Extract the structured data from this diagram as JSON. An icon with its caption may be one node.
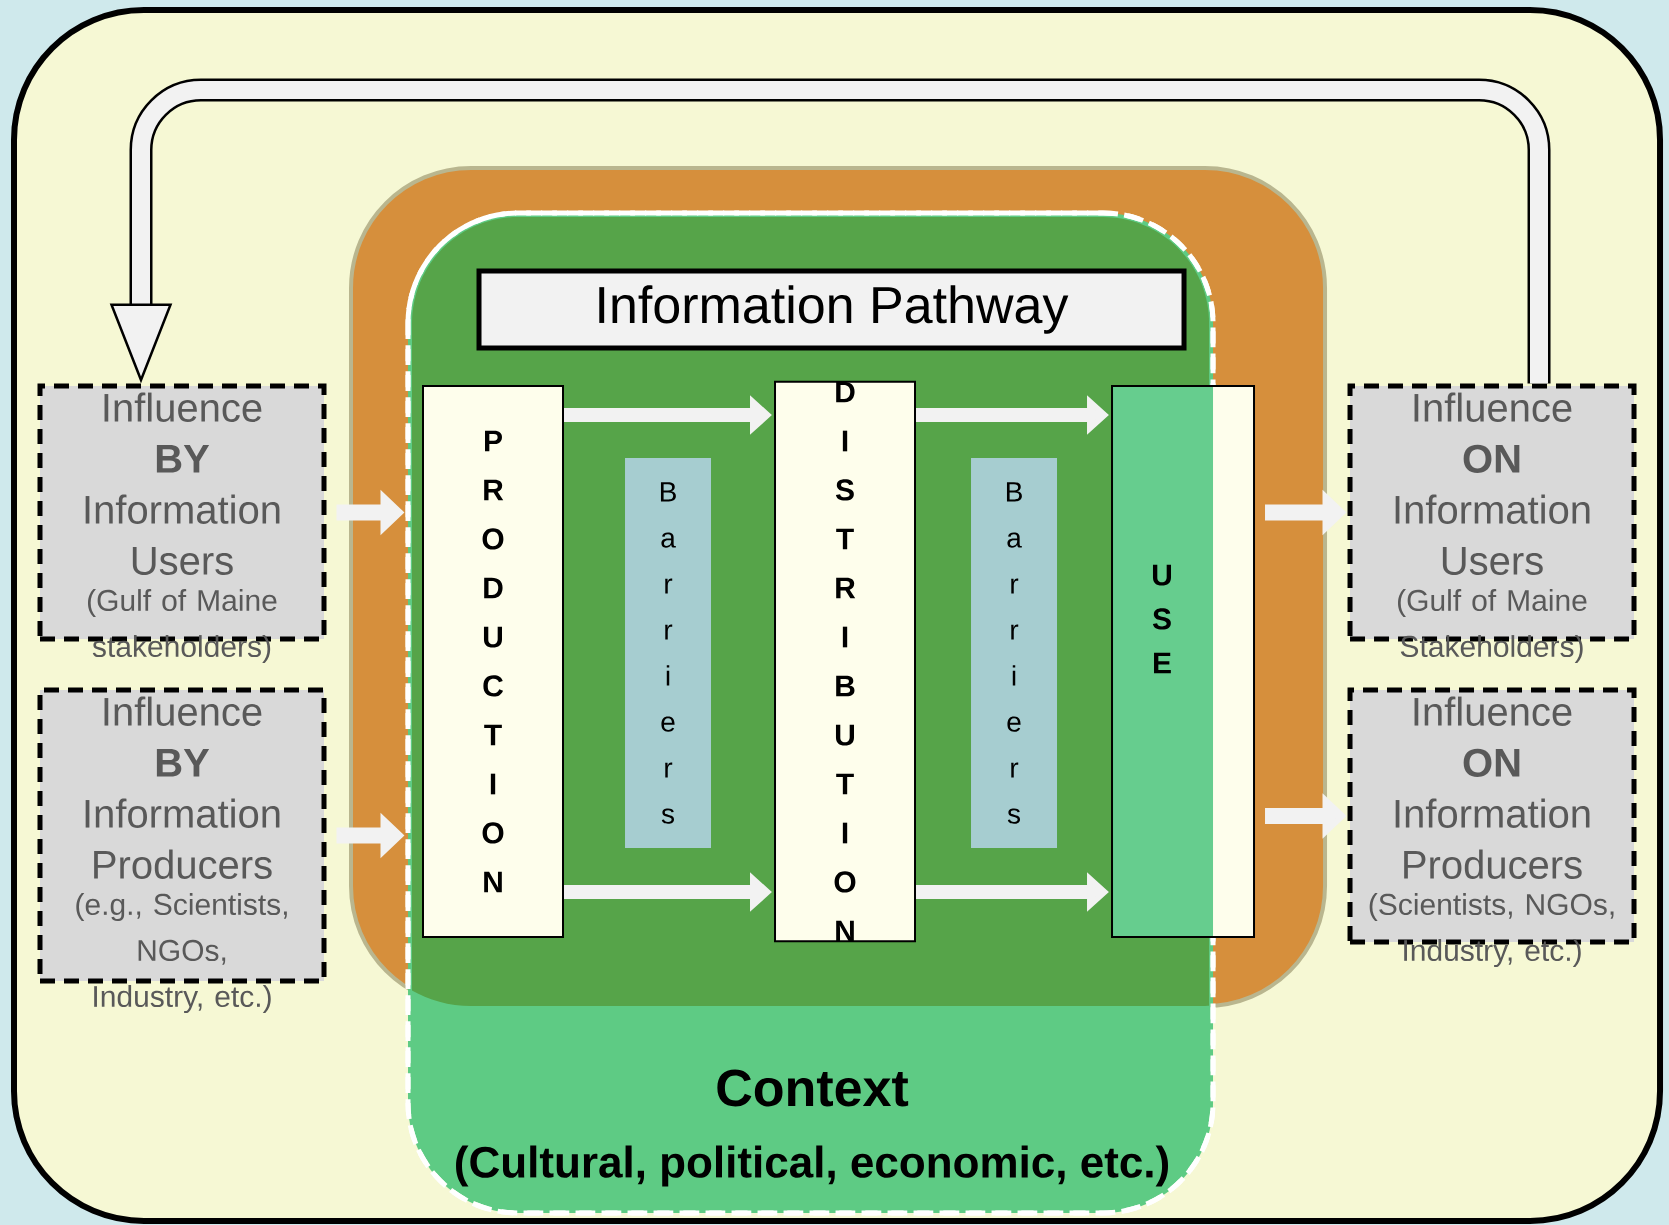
{
  "diagram": {
    "nodes": [
      {
        "text": [
          "Context",
          "(Cultural, political, economic, etc.)"
        ]
      },
      {
        "text": [
          "Information Pathway"
        ],
        "in": 0
      },
      {
        "text": [
          "P R O D U C T I O N"
        ],
        "in": 0
      },
      {
        "text": [
          "B a r r i e r s"
        ],
        "in": 0
      },
      {
        "text": [
          "D I S T R I B U T I O N"
        ],
        "in": 0
      },
      {
        "text": [
          "B a r r i e r s"
        ],
        "in": 0
      },
      {
        "text": [
          "U S E"
        ]
      },
      {
        "text": [
          "Influence **BY** Information Users",
          "(Gulf of Maine stakeholders)"
        ]
      },
      {
        "text": [
          "Influence **BY** Information Producers",
          "(e.g., Scientists, NGOs, Industry, etc.)"
        ]
      },
      {
        "text": [
          "Influence **ON** Information Users",
          "(Gulf of Maine Stakeholders)"
        ]
      },
      {
        "text": [
          "Influence **ON** Information Producers",
          "(Scientists, NGOs, Industry, etc.)"
        ]
      }
    ],
    "edges": [
      {
        "from": 7,
        "to": 0,
        "arrow": "to"
      },
      {
        "from": 8,
        "to": 0,
        "arrow": "to"
      },
      {
        "from": 2,
        "to": 4,
        "arrow": "to"
      },
      {
        "from": 2,
        "to": 4,
        "arrow": "to"
      },
      {
        "from": 4,
        "to": 6,
        "arrow": "to"
      },
      {
        "from": 4,
        "to": 6,
        "arrow": "to"
      },
      {
        "from": 6,
        "to": 9,
        "arrow": "to"
      },
      {
        "from": 6,
        "to": 10,
        "arrow": "to"
      },
      {
        "from": 9,
        "to": 7,
        "arrow": "to",
        "color": "#000000"
      }
    ]
  }
}
